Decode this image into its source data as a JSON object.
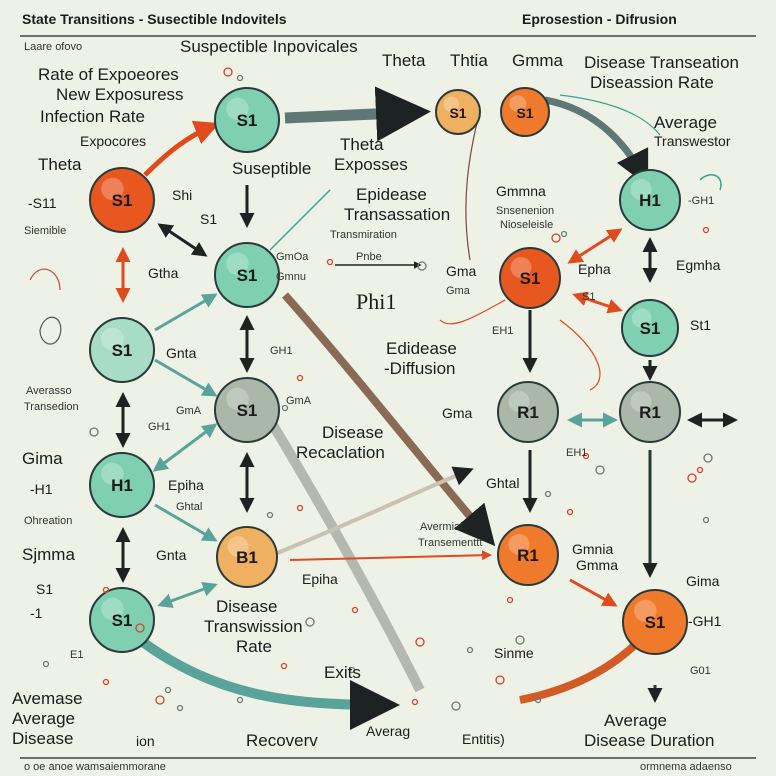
{
  "colors": {
    "teal": "#7fd0b2",
    "teal_light": "#a8dcc6",
    "grey": "#a9b8a8",
    "orange": "#f07a2c",
    "orange_red": "#e8571f",
    "gold": "#f0b061",
    "arrow_dark": "#1d2222",
    "arrow_red": "#e04a1c",
    "arrow_teal": "#5aa39a"
  },
  "header": {
    "left": "State Transitions - Susectible Indovitels",
    "right": "Eprosestion - Difrusion",
    "sub": "Suspectible Inpovicales",
    "sub_left": "Laare ofovo"
  },
  "nodes": [
    {
      "id": "n1",
      "label": "S1",
      "color": "orange_red"
    },
    {
      "id": "n2",
      "label": "S1",
      "color": "teal"
    },
    {
      "id": "n3",
      "label": "S1",
      "color": "gold"
    },
    {
      "id": "n4",
      "label": "S1",
      "color": "orange"
    },
    {
      "id": "n5",
      "label": "H1",
      "color": "teal"
    },
    {
      "id": "n6",
      "label": "S1",
      "color": "teal"
    },
    {
      "id": "n7",
      "label": "S1",
      "color": "orange_red"
    },
    {
      "id": "n8",
      "label": "S1",
      "color": "teal"
    },
    {
      "id": "n9",
      "label": "S1",
      "color": "teal_light"
    },
    {
      "id": "n10",
      "label": "S1",
      "color": "grey"
    },
    {
      "id": "n11",
      "label": "R1",
      "color": "grey"
    },
    {
      "id": "n12",
      "label": "R1",
      "color": "grey"
    },
    {
      "id": "n13",
      "label": "H1",
      "color": "teal"
    },
    {
      "id": "n14",
      "label": "B1",
      "color": "gold"
    },
    {
      "id": "n15",
      "label": "R1",
      "color": "orange"
    },
    {
      "id": "n16",
      "label": "S1",
      "color": "teal"
    },
    {
      "id": "n17",
      "label": "S1",
      "color": "orange"
    }
  ],
  "labels": {
    "rate_of_exposures": "Rate of Expoeores",
    "new_exposures": "New Exposuress",
    "infection_rate": "Infection  Rate",
    "expocores": "Expocores",
    "theta_left": "Theta",
    "sm_left": "-S11",
    "siemible": "Siemible",
    "shi": "Shi",
    "s1_small": "S1",
    "susceptible": "Suseptible",
    "theta_top": "Theta",
    "thtia": "Thtia",
    "gmma_top": "Gmma",
    "disease_transation": "Disease Transeation",
    "diseassion_rate": "Diseassion Rate",
    "average": "Average",
    "transwestor": "Transwestor",
    "theta_mid": "Theta",
    "exposses": "Exposses",
    "epidease": "Epidease",
    "transassation": "Transassation",
    "transmiration": "Transmiration",
    "gmmna": "Gmmna",
    "snsennion": "Snsenenion",
    "nioseleisle": "Nioseleisle",
    "hwi_top": "-GH1",
    "egmha": "Egmha",
    "gtha": "Gtha",
    "gnta": "Gnta",
    "gmo_mid": "GmOa",
    "gnm_mid": "Gmnu",
    "pnbe": "Pnbe",
    "phi1": "Phi1",
    "epha": "Epha",
    "gma": "Gma",
    "sti": "St1",
    "s1_right": "S1",
    "edidease": "Edidease",
    "diffusion": "-Diffusion",
    "avemase_left": "Averasso",
    "transedion": "Transedion",
    "gh1": "GH1",
    "gmma_mid": "GmA",
    "disease": "Disease",
    "recaclation": "Recaclation",
    "gnma_c": "Gma",
    "eh1": "EH1",
    "gima_left": "Gima",
    "h1_left": "-H1",
    "ohreation": "Ohreation",
    "epila": "Epiha",
    "ghtal": "Ghtal",
    "sigmma": "Sjmma",
    "gnta_low": "Gnta",
    "s1_low": "S1",
    "minus1": "-1",
    "eh1_low": "E1",
    "epiha_low": "Epiha",
    "avermiel": "Avermial",
    "transenerent": "Transementtt",
    "gmnia": "Gmnia",
    "gnma_right": "Gmma",
    "gh1_right": "-GH1",
    "gh01": "G01",
    "dis_trans": "Disease",
    "transmission": "Transwission",
    "rate": "Rate",
    "exits": "Exits",
    "sinme": "Sinme",
    "avemase": "Avemase",
    "average_low": "Average",
    "disease_low": "Disease",
    "ion": "ion",
    "recovery": "Recoverv",
    "average_mid": "Averag",
    "entitis": "Entitis)",
    "average_r": "Average",
    "disease_duration": "Disease Duration",
    "gima_r": "Gima",
    "gh1_r": "-GH1",
    "footer_left": "o oe anoe wamsaiemmorane",
    "footer_right": "ormnema adaenso"
  }
}
